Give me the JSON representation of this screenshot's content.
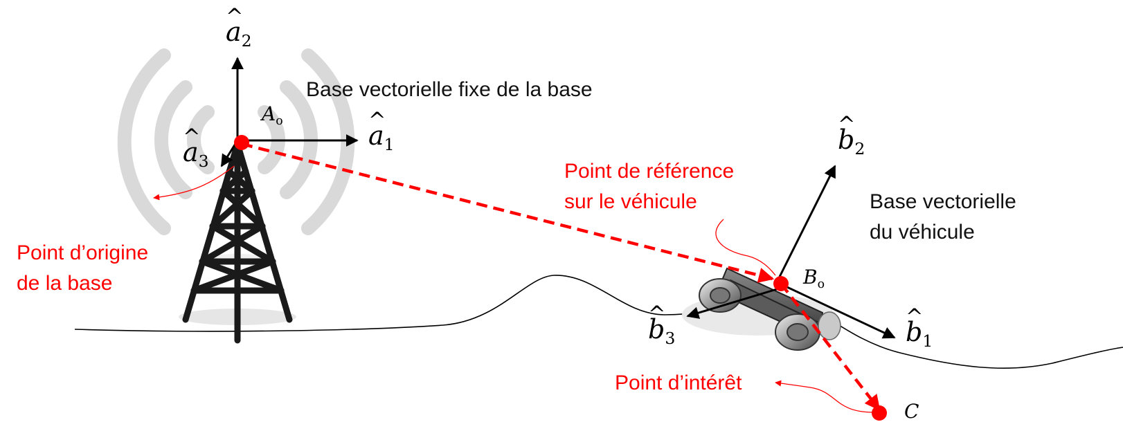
{
  "colors": {
    "accent": "#ff0000",
    "line": "#000000",
    "wave": "#d9d9d9",
    "vehicle": "#6e6e6e"
  },
  "icons": {
    "tower": "radio-tower-icon",
    "signal": "signal-waves-icon",
    "vehicle": "vehicle-icon"
  },
  "labels": {
    "fixed_frame": "Base vectorielle fixe de la base",
    "reference_point": [
      "Point de référence",
      "sur le véhicule"
    ],
    "vehicle_frame": [
      "Base vectorielle",
      "du véhicule"
    ],
    "origin_point": [
      "Point d’origine",
      "de la base"
    ],
    "interest_point": "Point d’intérêt"
  },
  "vectors": {
    "a1": {
      "base": "a",
      "sub": "1"
    },
    "a2": {
      "base": "a",
      "sub": "2"
    },
    "a3": {
      "base": "a",
      "sub": "3"
    },
    "b1": {
      "base": "b",
      "sub": "1"
    },
    "b2": {
      "base": "b",
      "sub": "2"
    },
    "b3": {
      "base": "b",
      "sub": "3"
    }
  },
  "points": {
    "Ao": {
      "base": "A",
      "sub": "o"
    },
    "Bo": {
      "base": "B",
      "sub": "o"
    },
    "C": {
      "base": "C"
    }
  }
}
